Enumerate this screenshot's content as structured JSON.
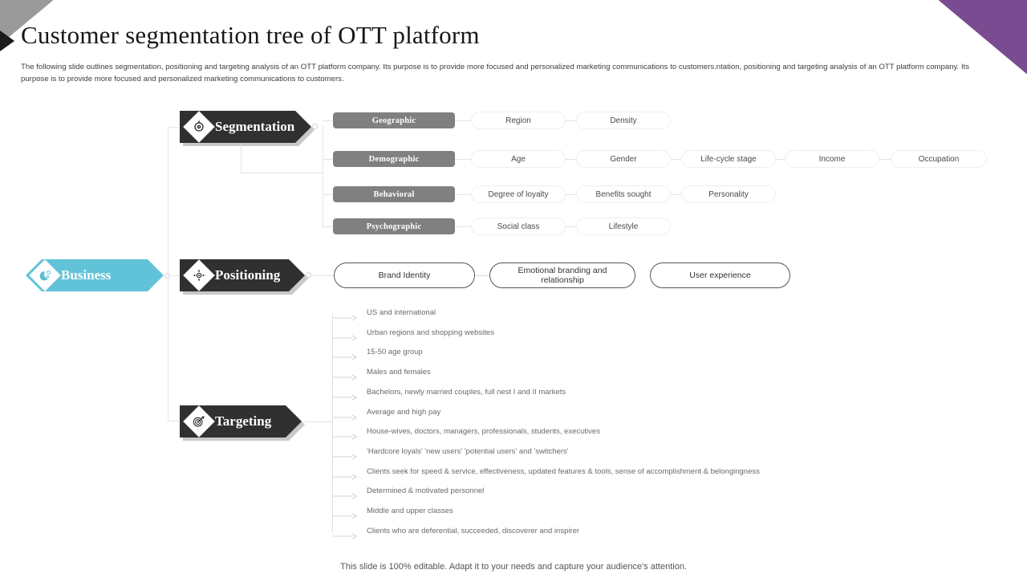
{
  "header": {
    "title": "Customer segmentation tree of OTT platform",
    "subtitle": "The following slide outlines segmentation, positioning and targeting analysis of an OTT platform company. Its purpose is to provide more focused and personalized marketing communications to customers.ntation, positioning and targeting analysis of an OTT platform company. Its purpose is to provide more focused and personalized marketing communications to customers."
  },
  "colors": {
    "accent_purple": "#7a4b91",
    "brand_blue": "#61c3d8",
    "badge_dark": "#303030",
    "category_gray": "#808080",
    "connector_gray": "#e8e8e8"
  },
  "root": {
    "label": "Business",
    "icon": "pie-chart-icon"
  },
  "branches": [
    {
      "label": "Segmentation",
      "icon": "target-eye-icon"
    },
    {
      "label": "Positioning",
      "icon": "compass-icon"
    },
    {
      "label": "Targeting",
      "icon": "bullseye-arrow-icon"
    }
  ],
  "segmentation": {
    "categories": [
      {
        "label": "Geographic",
        "chips": [
          "Region",
          "Density"
        ]
      },
      {
        "label": "Demographic",
        "chips": [
          "Age",
          "Gender",
          "Life-cycle stage",
          "Income",
          "Occupation"
        ]
      },
      {
        "label": "Behavioral",
        "chips": [
          "Degree of loyalty",
          "Benefits sought",
          "Personality"
        ]
      },
      {
        "label": "Psychographic",
        "chips": [
          "Social class",
          "Lifestyle"
        ]
      }
    ]
  },
  "positioning": {
    "chips": [
      "Brand Identity",
      "Emotional branding and relationship",
      "User experience"
    ]
  },
  "targeting": {
    "items": [
      "US and international",
      "Urban regions and shopping websites",
      "15-50 age group",
      "Males and females",
      "Bachelors, newly married couples, full nest I and II markets",
      "Average and high pay",
      "House-wives, doctors, managers, professionals, students, executives",
      "'Hardcore loyals' 'new users' 'potential users' and 'switchers'",
      "Clients seek for speed & service, effectiveness, updated features & tools, sense of accomplishment & belongingness",
      "Determined & motivated personnel",
      "Middle and upper classes",
      "Clients who are deferential, succeeded, discoverer and inspirer"
    ]
  },
  "footer": {
    "note": "This slide is 100% editable. Adapt it to your needs and capture your audience's attention."
  }
}
